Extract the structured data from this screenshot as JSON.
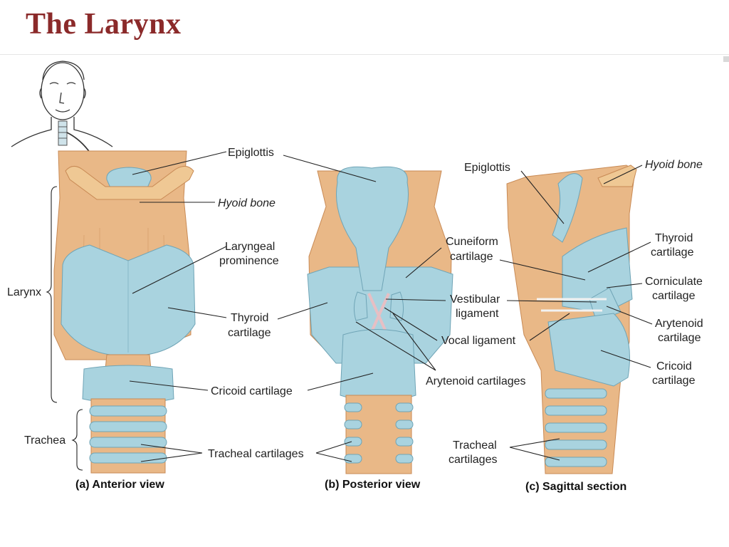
{
  "slide": {
    "title": "The Larynx"
  },
  "colors": {
    "title": "#8B2A2A",
    "cartilage": "#a9d3df",
    "cartilage_dark": "#6fa4b6",
    "membrane": "#e9b887",
    "membrane_dark": "#c88a55"
  },
  "labels": {
    "epiglottis_a": "Epiglottis",
    "hyoid_a": "Hyoid bone",
    "laryngeal_1": "Laryngeal",
    "laryngeal_2": "prominence",
    "larynx": "Larynx",
    "thyroid_a_1": "Thyroid",
    "thyroid_a_2": "cartilage",
    "cricoid_a": "Cricoid cartilage",
    "trachea": "Trachea",
    "tracheal_ab": "Tracheal cartilages",
    "epiglottis_c": "Epiglottis",
    "hyoid_c": "Hyoid bone",
    "cuneiform_1": "Cuneiform",
    "cuneiform_2": "cartilage",
    "vestibular_1": "Vestibular",
    "vestibular_2": "ligament",
    "vocal": "Vocal ligament",
    "arytenoid_b": "Arytenoid cartilages",
    "thyroid_c_1": "Thyroid",
    "thyroid_c_2": "cartilage",
    "corniculate_1": "Corniculate",
    "corniculate_2": "cartilage",
    "arytenoid_c_1": "Arytenoid",
    "arytenoid_c_2": "cartilage",
    "cricoid_c_1": "Cricoid",
    "cricoid_c_2": "cartilage",
    "tracheal_c_1": "Tracheal",
    "tracheal_c_2": "cartilages"
  },
  "captions": {
    "a": "(a) Anterior view",
    "b": "(b) Posterior view",
    "c": "(c) Sagittal section"
  }
}
